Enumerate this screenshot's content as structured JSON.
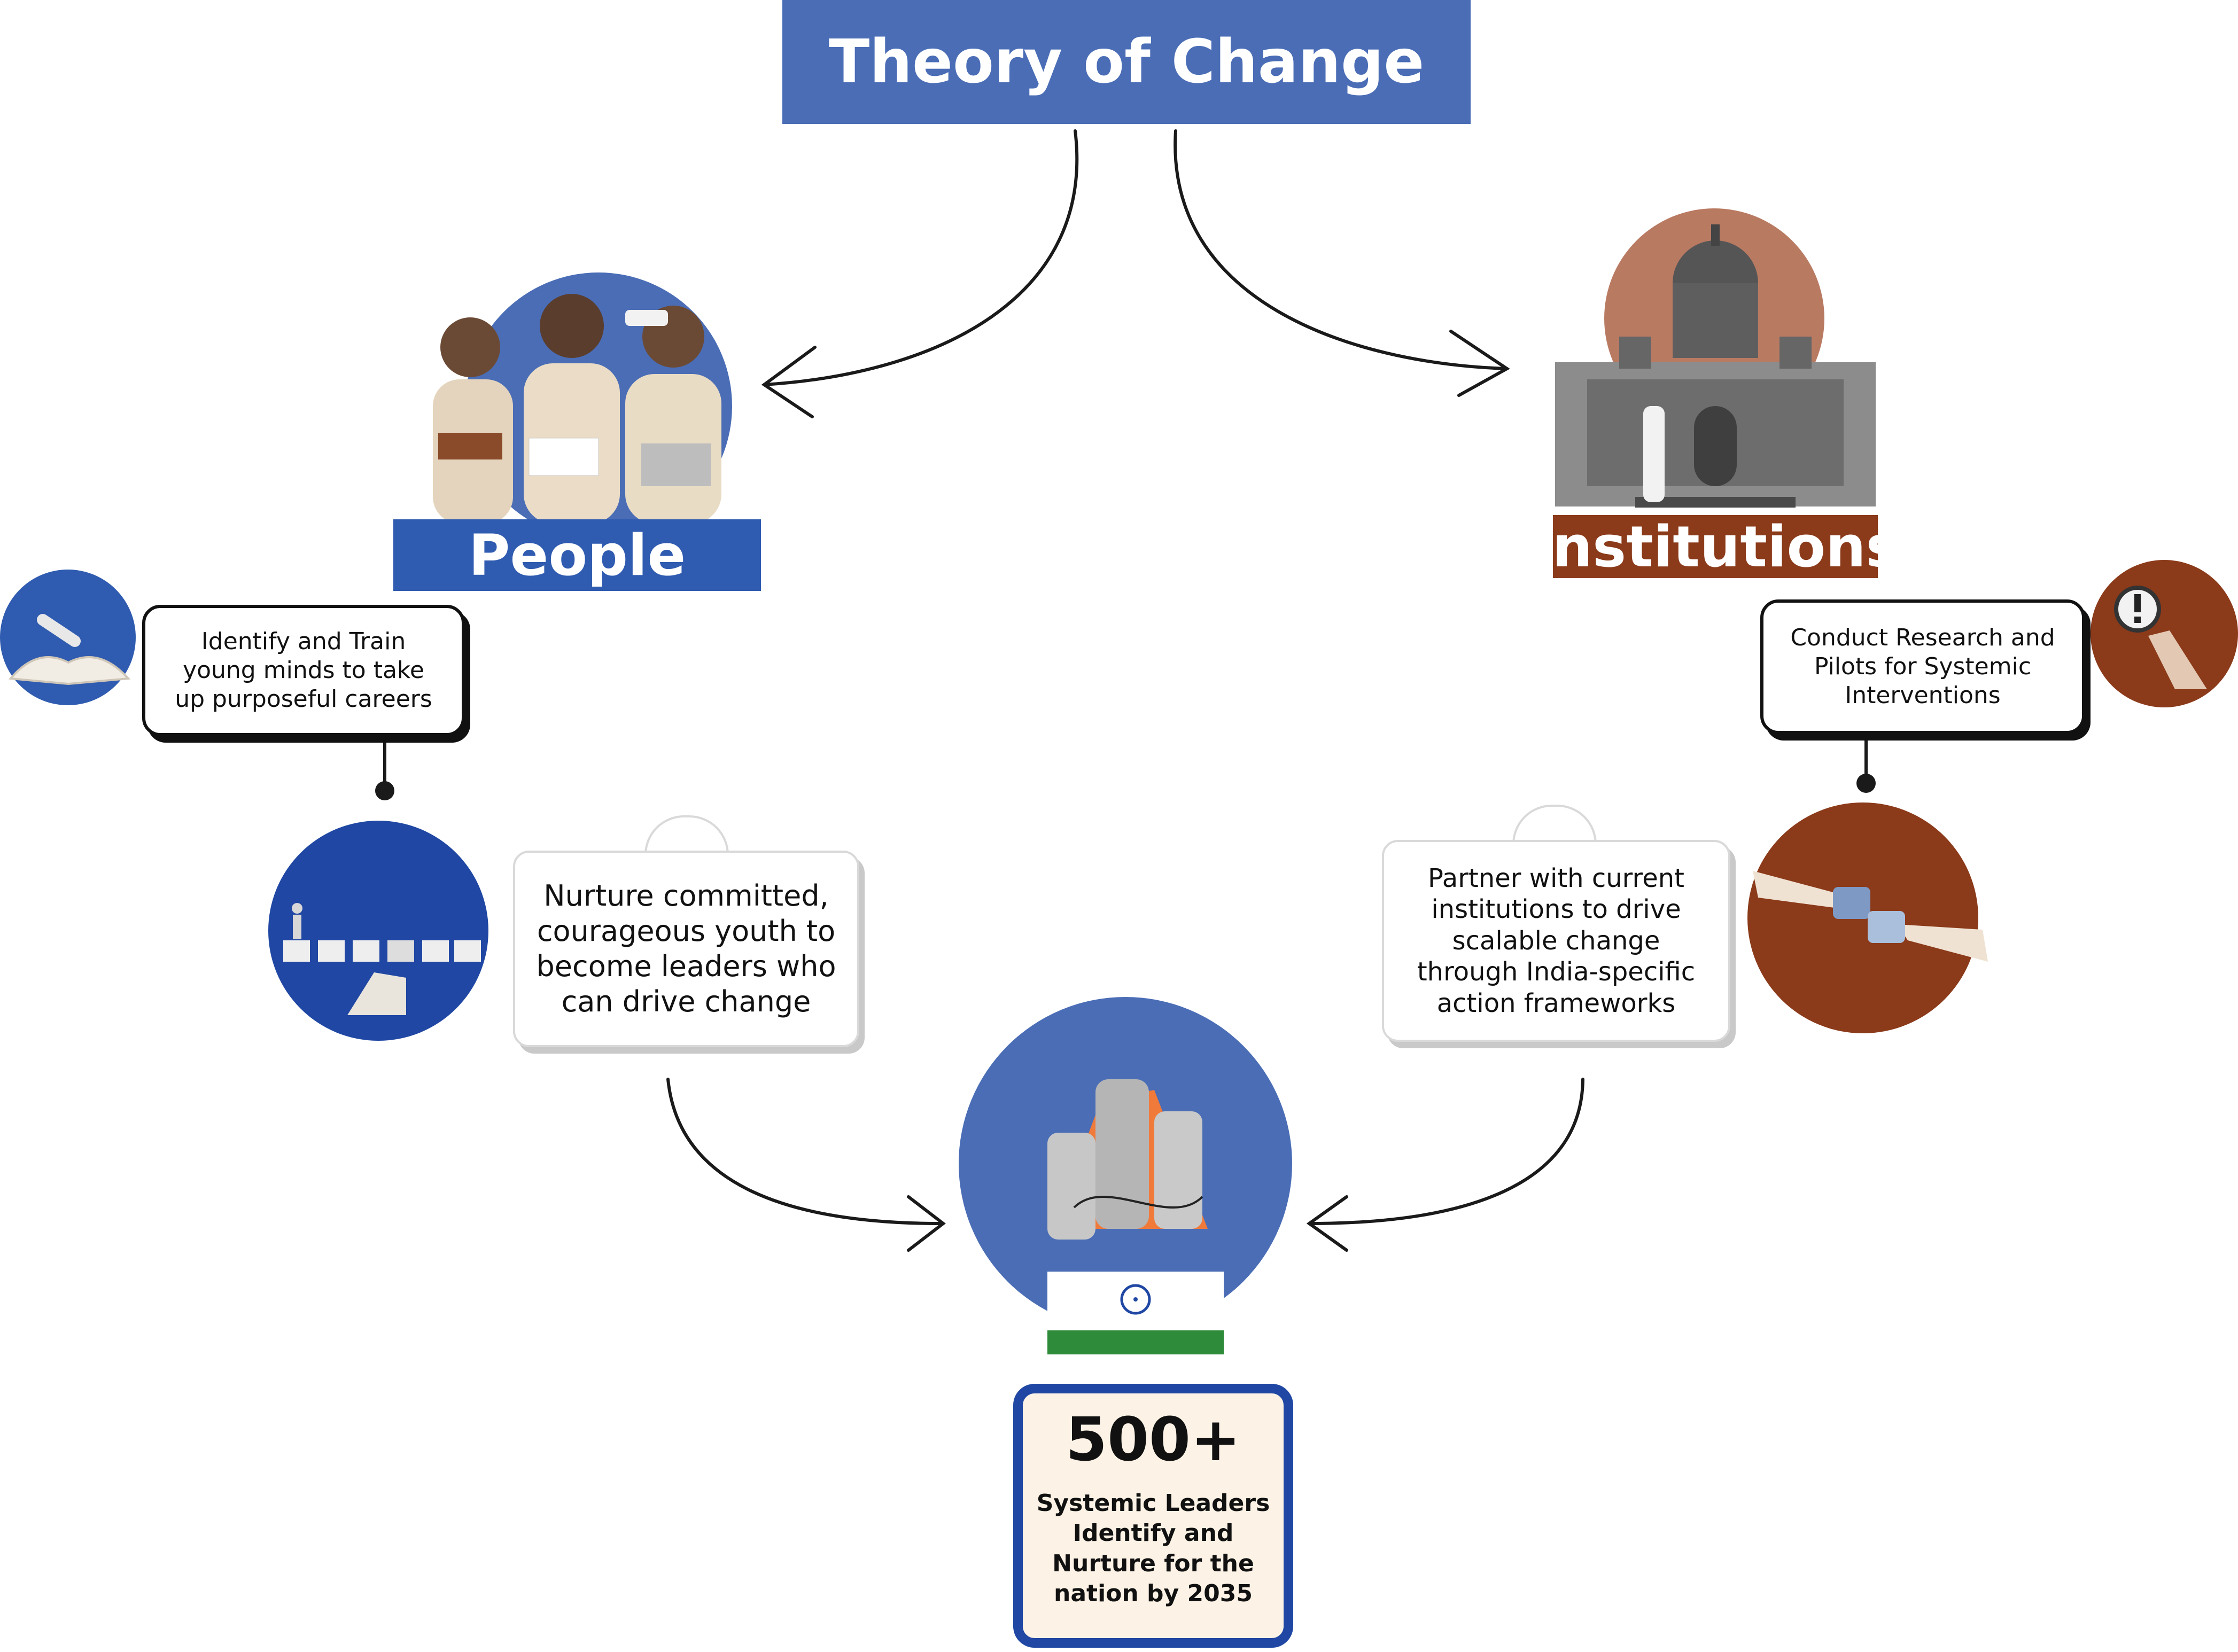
{
  "title": "Theory of Change",
  "people": {
    "label": "People",
    "note_identify": "Identify and Train young minds to take up purposeful careers",
    "note_nurture": "Nurture committed, courageous youth to become leaders who can drive change"
  },
  "institutions": {
    "label": "Institutions",
    "note_research": "Conduct Research and Pilots for Systemic Interventions",
    "note_partner": "Partner with current institutions to drive scalable change through India-specific action frameworks"
  },
  "outcome": {
    "number": "500+",
    "text": "Systemic Leaders Identify and Nurture for the nation by 2035"
  },
  "colors": {
    "blue": "#4A6DB6",
    "dark_blue": "#1F47A3",
    "rust": "#8B3A1A",
    "terracotta": "#B97A62",
    "cream": "#FCF3E6"
  },
  "icons": {
    "people": "people-photo-icon",
    "institutions": "parliament-building-icon",
    "book": "open-book-icon",
    "steps": "stepping-blocks-icon",
    "magnifier": "magnifier-icon",
    "puzzle": "puzzle-handshake-icon",
    "fists": "raised-fists-icon",
    "flag": "india-flag-icon"
  }
}
